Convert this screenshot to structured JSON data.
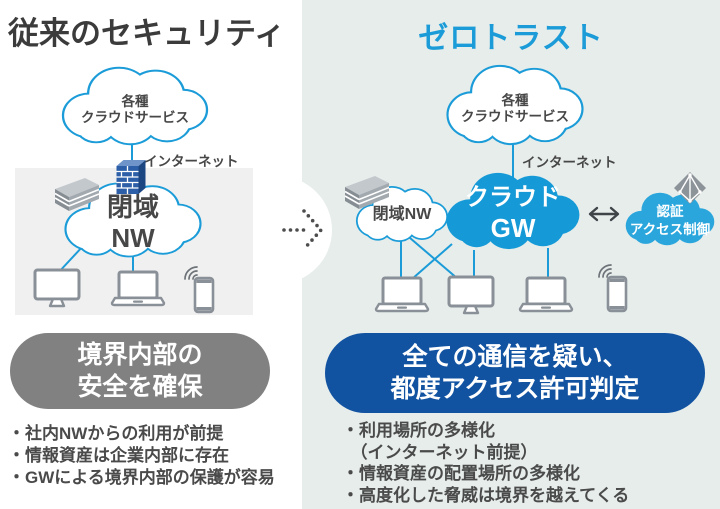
{
  "colors": {
    "accent_blue": "#1b9bd7",
    "cloud_gw_blue": "#169ad7",
    "auth_cloud_blue": "#2ba6dc",
    "banner_blue": "#1152a1",
    "banner_gray": "#818181",
    "panel_teal": "#e6edeb",
    "text_dark": "#474747"
  },
  "left": {
    "title": "従来のセキュリティ",
    "cloud_services": {
      "line1": "各種",
      "line2": "クラウドサービス"
    },
    "internet_label": "インターネット",
    "closed_nw": {
      "line1": "閉域",
      "line2": "NW"
    },
    "banner": {
      "line1": "境界内部の",
      "line2": "安全を確保"
    },
    "bullets": [
      "・社内NWからの利用が前提",
      "・情報資産は企業内部に存在",
      "・GWによる境界内部の保護が容易"
    ]
  },
  "right": {
    "title": "ゼロトラスト",
    "cloud_services": {
      "line1": "各種",
      "line2": "クラウドサービス"
    },
    "internet_label": "インターネット",
    "closed_nw_label": "閉域NW",
    "cloud_gw": {
      "line1": "クラウド",
      "line2": "GW"
    },
    "auth": {
      "line1": "認証",
      "line2": "アクセス制御"
    },
    "banner": {
      "line1": "全ての通信を疑い、",
      "line2": "都度アクセス許可判定"
    },
    "bullets": [
      "・利用場所の多様化",
      "　（インターネット前提）",
      "・情報資産の配置場所の多様化",
      "・高度化した脅威は境界を越えてくる"
    ]
  }
}
